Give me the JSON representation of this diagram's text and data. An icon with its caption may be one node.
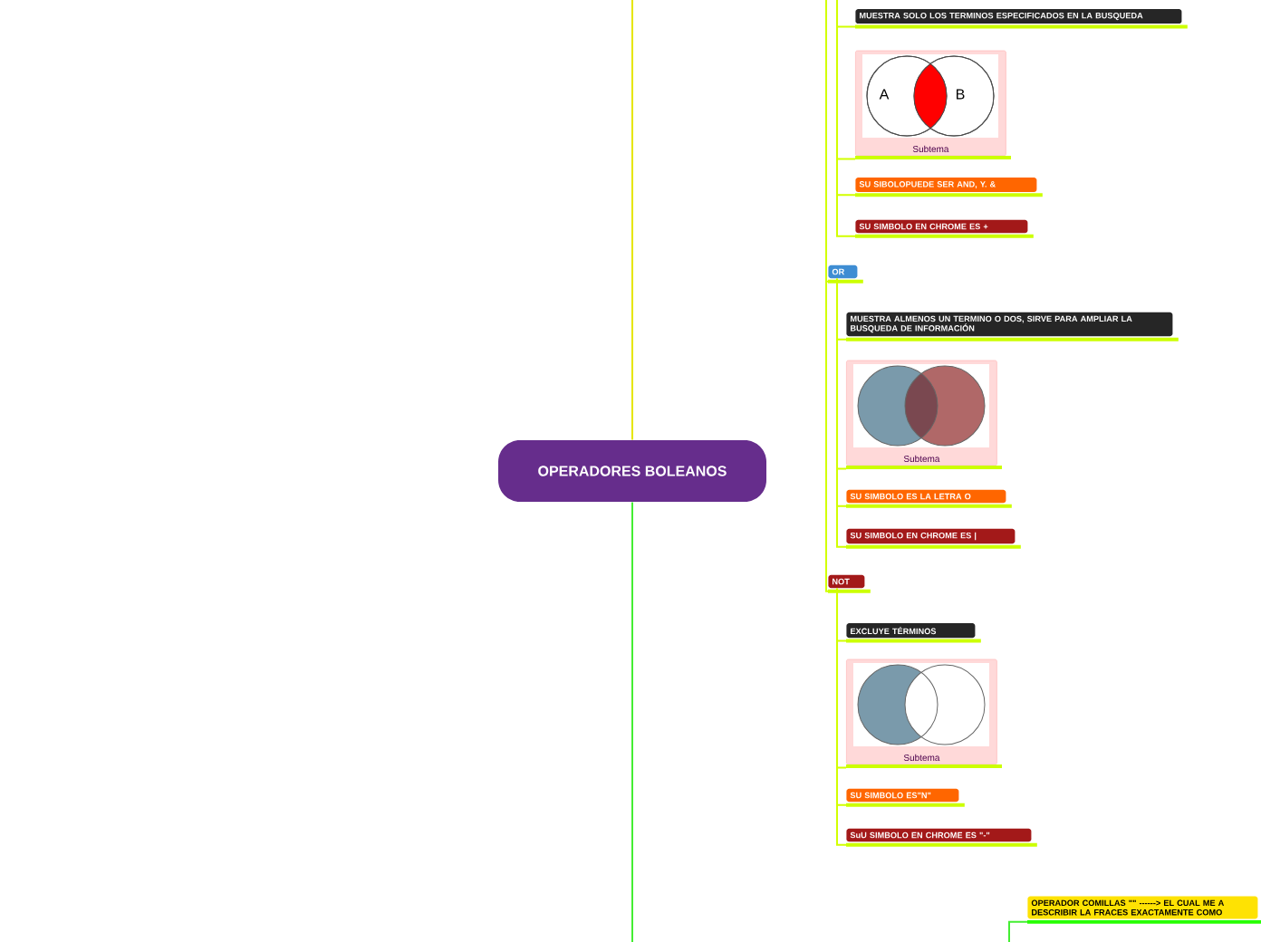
{
  "diagram": {
    "nodes": [
      {
        "text": [
          "OPERADORES BOLEANOS"
        ]
      },
      {
        "text": [
          "MUESTRA SOLO LOS TERMINOS ESPECIFICADOS EN LA BUSQUEDA"
        ]
      },
      {
        "text": [
          "Subtema"
        ]
      },
      {
        "text": [
          "SU SIBOLOPUEDE SER **AND, Y. &**"
        ]
      },
      {
        "text": [
          "SU SIMBOLO EN CHROME ES +"
        ]
      },
      {
        "text": [
          "OR"
        ]
      },
      {
        "text": [
          "MUESTRA ALMENOS UN TERMINO O DOS, SIRVE PARA AMPLIAR LA BUSQUEDA DE INFORMACIÓN"
        ]
      },
      {
        "text": [
          "Subtema"
        ]
      },
      {
        "text": [
          "SU SIMBOLO ES LA LETRA O"
        ]
      },
      {
        "text": [
          "SU SIMBOLO EN CHROME ES |"
        ]
      },
      {
        "text": [
          "NOT"
        ]
      },
      {
        "text": [
          "EXCLUYE TÉRMINOS"
        ]
      },
      {
        "text": [
          "Subtema"
        ]
      },
      {
        "text": [
          "SU SIMBOLO ES\"N\""
        ]
      },
      {
        "text": [
          "SuU SIMBOLO EN CHROME ES \"-\""
        ]
      },
      {
        "text": [
          "OPERADOR COMILLAS \"\" ------> EL CUAL ME A DESCRIBIR LA FRACES EXACTAMENTE COMO"
        ]
      }
    ],
    "edges": [
      {
        "from": 0,
        "to": null,
        "arrow": "none",
        "color": "#e6e600"
      },
      {
        "from": 0,
        "to": null,
        "arrow": "none",
        "color": "#44ee33"
      },
      {
        "from": null,
        "to": 1,
        "arrow": "none"
      },
      {
        "from": null,
        "to": 2,
        "arrow": "none"
      },
      {
        "from": null,
        "to": 3,
        "arrow": "none"
      },
      {
        "from": null,
        "to": 4,
        "arrow": "none"
      },
      {
        "from": null,
        "to": 5,
        "arrow": "none"
      },
      {
        "from": null,
        "to": 10,
        "arrow": "none"
      },
      {
        "from": 5,
        "to": 6,
        "arrow": "none"
      },
      {
        "from": 5,
        "to": 7,
        "arrow": "none"
      },
      {
        "from": 5,
        "to": 8,
        "arrow": "none"
      },
      {
        "from": 5,
        "to": 9,
        "arrow": "none"
      },
      {
        "from": 10,
        "to": 11,
        "arrow": "none"
      },
      {
        "from": 10,
        "to": 12,
        "arrow": "none"
      },
      {
        "from": 10,
        "to": 13,
        "arrow": "none"
      },
      {
        "from": 10,
        "to": 14,
        "arrow": "none"
      },
      {
        "from": null,
        "to": 15,
        "arrow": "none",
        "color": "#44ee33"
      }
    ],
    "labels": [
      "A",
      "B"
    ]
  }
}
